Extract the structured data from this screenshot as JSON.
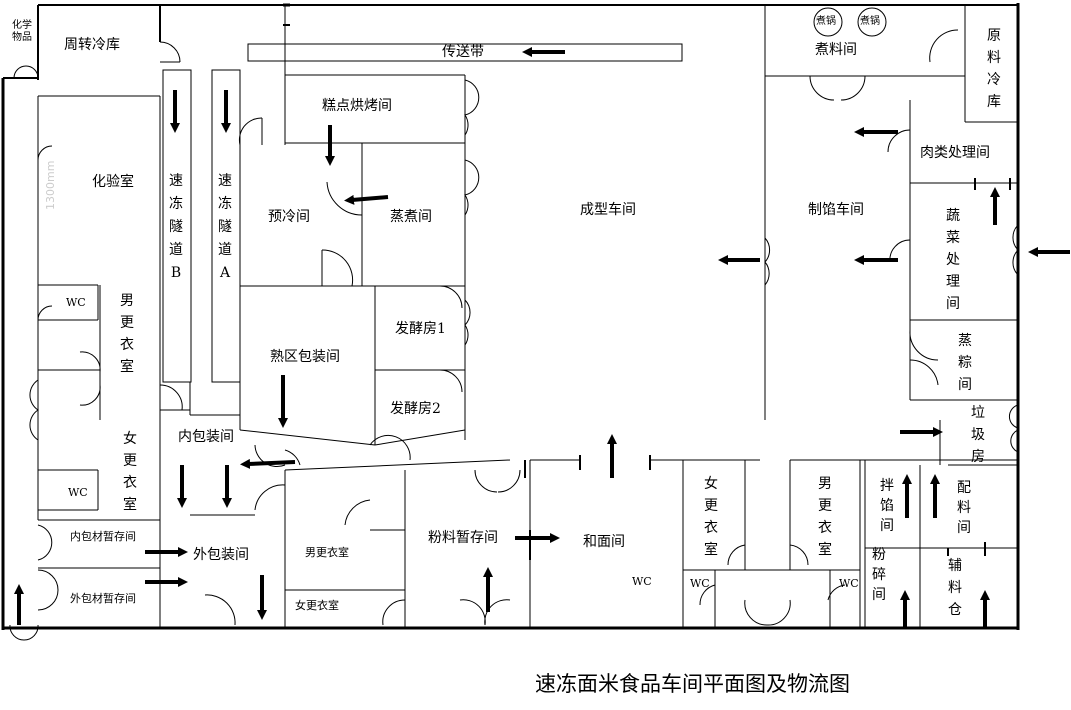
{
  "title": "速冻面米食品车间平面图及物流图",
  "rooms": {
    "chemicals": "化学物品",
    "turnover_cold_store": "周转冷库",
    "conveyor": "传送带",
    "pastry_baking": "糕点烘烤间",
    "cooking": "煮料间",
    "pot1": "煮锅",
    "pot2": "煮锅",
    "raw_cold_store": "原料冷库",
    "lab": "化验室",
    "freeze_tunnel_b": "速冻隧道B",
    "freeze_tunnel_a": "速冻隧道A",
    "precooling": "预冷间",
    "steaming": "蒸煮间",
    "forming_workshop": "成型车间",
    "meat_processing": "肉类处理间",
    "filling_workshop": "制馅车间",
    "veg_processing": "蔬菜处理间",
    "wc_1": "WC",
    "mens_locker_1": "男更衣室",
    "cooked_packing": "熟区包装间",
    "fermentation_1": "发酵房1",
    "fermentation_2": "发酵房2",
    "zongzi_steaming": "蒸粽间",
    "garbage": "垃圾房",
    "womens_locker_1": "女更衣室",
    "wc_2": "WC",
    "inner_packing": "内包装间",
    "inner_material_store": "内包材暂存间",
    "outer_packing": "外包装间",
    "outer_material_store": "外包材暂存间",
    "mens_locker_2": "男更衣室",
    "womens_locker_2": "女更衣室",
    "flour_store": "粉料暂存间",
    "dough_mixing": "和面间",
    "wc_3": "WC",
    "womens_locker_3": "女更衣室",
    "mens_locker_3": "男更衣室",
    "wc_4": "WC",
    "wc_5": "WC",
    "stuffing_mixing": "拌馅间",
    "ingredient_prep": "配料间",
    "milling": "粉碎间",
    "auxiliary_store": "辅料仓"
  },
  "watermark": "1300mm"
}
